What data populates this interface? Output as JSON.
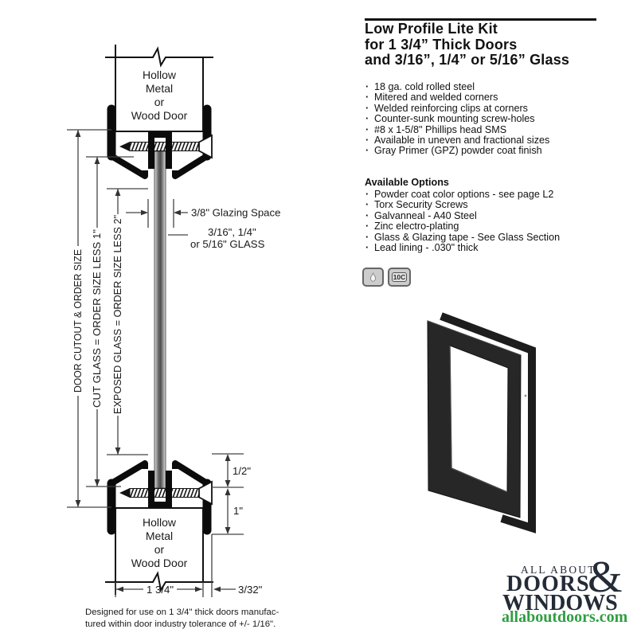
{
  "diagram": {
    "door_label_lines": [
      "Hollow",
      "Metal",
      "or",
      "Wood Door"
    ],
    "dims": {
      "door_cutout": "DOOR CUTOUT & ORDER SIZE",
      "cut_glass": "CUT GLASS = ORDER SIZE LESS 1\"",
      "exposed_glass": "EXPOSED GLASS = ORDER SIZE LESS 2\"",
      "glazing_space": "3/8\" Glazing Space",
      "glass_line1": "3/16\", 1/4\"",
      "glass_line2": "or 5/16\" GLASS",
      "half_inch": "1/2\"",
      "one_inch": "1\"",
      "door_thickness": "1 3/4\"",
      "overhang": "3/32\""
    },
    "footnote_line1": "Designed for use on 1 3/4\" thick doors manufac-",
    "footnote_line2": "tured within door industry tolerance of +/- 1/16\"."
  },
  "panel": {
    "title_lines": [
      "Low Profile Lite Kit",
      "for 1 3/4” Thick Doors",
      "and 3/16”, 1/4” or 5/16” Glass"
    ],
    "features": [
      "18 ga. cold rolled steel",
      "Mitered and welded corners",
      "Welded reinforcing clips at corners",
      "Counter-sunk mounting screw-holes",
      "#8 x 1-5/8\" Phillips head SMS",
      "Available in uneven and fractional sizes",
      "Gray Primer (GPZ) powder coat finish"
    ],
    "options_heading": "Available Options",
    "options": [
      "Powder coat color options - see page L2",
      "Torx Security Screws",
      "Galvanneal - A40 Steel",
      "Zinc electro-plating",
      "Glass & Glazing tape - See Glass Section",
      "Lead lining - .030\" thick"
    ],
    "badges": {
      "grade_label": "10C"
    }
  },
  "logo": {
    "top": "ALL ABOUT",
    "ampersand": "&",
    "middle": "DOORS",
    "bottom": "WINDOWS",
    "url": "allaboutdoors.com"
  },
  "colors": {
    "accent_green": "#2f9e42",
    "logo_ink": "#232b36",
    "drawing_ink": "#111111"
  }
}
